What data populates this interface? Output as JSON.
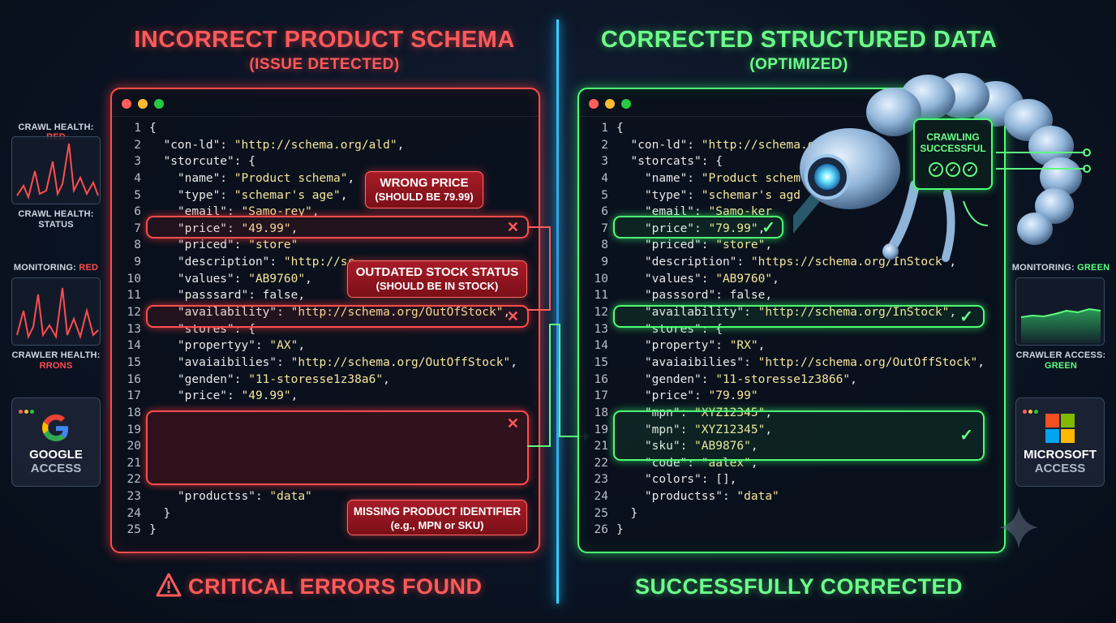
{
  "left": {
    "title": "INCORRECT PRODUCT SCHEMA",
    "subtitle": "(ISSUE DETECTED)",
    "footer": "CRITICAL ERRORS FOUND",
    "lines": [
      {
        "n": "1",
        "code": "{"
      },
      {
        "n": "2",
        "code": "  \"con-ld\": \"http://schema.org/ald\","
      },
      {
        "n": "3",
        "code": "  \"storcute\": {"
      },
      {
        "n": "4",
        "code": "    \"name\": \"Product schema\","
      },
      {
        "n": "5",
        "code": "    \"type\": \"schemar's age\","
      },
      {
        "n": "6",
        "code": "    \"email\": \"Samo-rey\","
      },
      {
        "n": "7",
        "code": "    \"price\": \"49.99\","
      },
      {
        "n": "8",
        "code": "    \"priced\": \"store\""
      },
      {
        "n": "9",
        "code": "    \"description\": \"http://sc"
      },
      {
        "n": "10",
        "code": "    \"values\": \"AB9760\","
      },
      {
        "n": "11",
        "code": "    \"passsard\": false,"
      },
      {
        "n": "12",
        "code": "    \"availability\": \"http://schema.org/OutOfStock\","
      },
      {
        "n": "13",
        "code": "    \"stores\": {"
      },
      {
        "n": "14",
        "code": "    \"propertyy\": \"AX\","
      },
      {
        "n": "15",
        "code": "    \"avaiaibilies\": \"http://schema.org/OutOffStock\","
      },
      {
        "n": "16",
        "code": "    \"genden\": \"11-storesse1z38a6\","
      },
      {
        "n": "17",
        "code": "    \"price\": \"49.99\","
      },
      {
        "n": "18",
        "code": ""
      },
      {
        "n": "19",
        "code": ""
      },
      {
        "n": "20",
        "code": ""
      },
      {
        "n": "21",
        "code": ""
      },
      {
        "n": "22",
        "code": ""
      },
      {
        "n": "23",
        "code": "    \"productss\": \"data\""
      },
      {
        "n": "24",
        "code": "  }"
      },
      {
        "n": "25",
        "code": "}"
      }
    ],
    "callouts": {
      "price_title": "WRONG PRICE",
      "price_note": "(SHOULD BE 79.99)",
      "stock_title": "OUTDATED STOCK STATUS",
      "stock_note": "(SHOULD BE IN STOCK)",
      "id_title": "MISSING PRODUCT IDENTIFIER",
      "id_note": "(e.g., MPN or SKU)"
    },
    "side": {
      "crawl_health_label": "CRAWL HEALTH: ",
      "crawl_health_value": "RED",
      "crawl_health_caption": "CRAWL HEALTH: STATUS",
      "monitoring_label": "MONITORING: ",
      "monitoring_value": "RED",
      "crawler_health_label": "CRAWLER HEALTH:",
      "crawler_health_value": "RRONS",
      "access_line1": "GOOGLE",
      "access_line2": "ACCESS"
    }
  },
  "right": {
    "title": "CORRECTED STRUCTURED DATA",
    "subtitle": "(OPTIMIZED)",
    "footer": "SUCCESSFULLY CORRECTED",
    "lines": [
      {
        "n": "1",
        "code": "{"
      },
      {
        "n": "2",
        "code": "  \"con-ld\": \"http://schema.o"
      },
      {
        "n": "3",
        "code": "  \"storcats\": {"
      },
      {
        "n": "4",
        "code": "    \"name\": \"Product schem"
      },
      {
        "n": "5",
        "code": "    \"type\": \"schemar's agd"
      },
      {
        "n": "6",
        "code": "    \"email\": \"Samo-ker"
      },
      {
        "n": "7",
        "code": "    \"price\": \"79.99\","
      },
      {
        "n": "8",
        "code": "    \"priced\": \"store\","
      },
      {
        "n": "9",
        "code": "    \"description\": \"https://schema.org/InStock\","
      },
      {
        "n": "10",
        "code": "    \"values\": \"AB9760\","
      },
      {
        "n": "11",
        "code": "    \"passsord\": false,"
      },
      {
        "n": "12",
        "code": "    \"availability\": \"http://schema.org/InStock\","
      },
      {
        "n": "13",
        "code": "    \"stores\": {"
      },
      {
        "n": "14",
        "code": "    \"property\": \"RX\","
      },
      {
        "n": "15",
        "code": "    \"avaiaibilies\": \"http://schema.org/OutOffStock\","
      },
      {
        "n": "16",
        "code": "    \"genden\": \"11-storesse1z3866\","
      },
      {
        "n": "17",
        "code": "    \"price\": \"79.99\""
      },
      {
        "n": "18",
        "code": "    \"mpn\": \"XYZ12345\","
      },
      {
        "n": "19",
        "code": "    \"mpn\": \"XYZ12345\","
      },
      {
        "n": "21",
        "code": "    \"sku\": \"AB9876\","
      },
      {
        "n": "22",
        "code": "    \"code\": \"aalex\","
      },
      {
        "n": "23",
        "code": "    \"colors\": [],"
      },
      {
        "n": "24",
        "code": "    \"productss\": \"data\""
      },
      {
        "n": "25",
        "code": "  }"
      },
      {
        "n": "26",
        "code": "}"
      }
    ],
    "robot_screen_line1": "CRAWLING",
    "robot_screen_line2": "SUCCESSFUL",
    "side": {
      "monitoring_label": "MONITORING: ",
      "monitoring_value": "GREEN",
      "crawler_access_label": "CRAWLER ACCESS:",
      "crawler_access_value": "GREEN",
      "access_line1": "MICROSOFT",
      "access_line2": "ACCESS"
    }
  },
  "colors": {
    "error": "#ff4d4d",
    "success": "#4dff74",
    "divider": "#33c6ff"
  }
}
